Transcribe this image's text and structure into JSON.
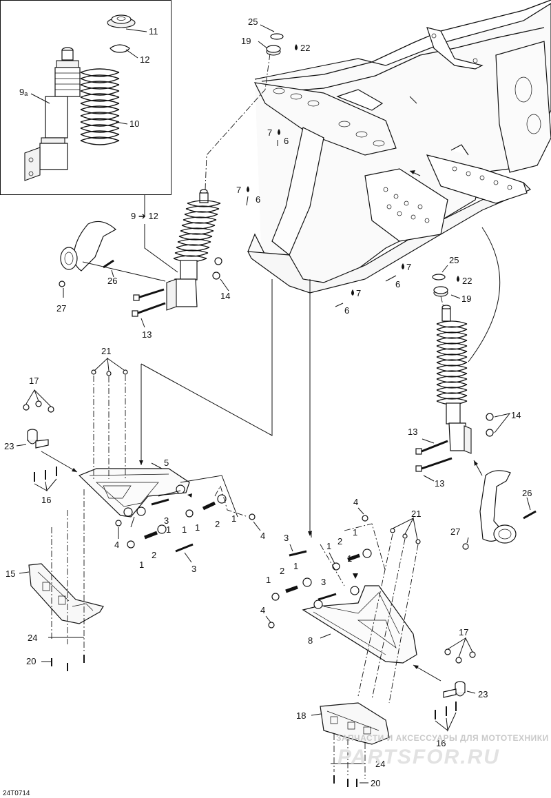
{
  "drawing_code": "24T0714",
  "watermark": {
    "line1": "ЗАПЧАСТИ И АКСЕССУАРЫ ДЛЯ МОТОТЕХНИКИ",
    "line2": "PARTSFOR.RU"
  },
  "labels": {
    "l1": "1",
    "l2": "2",
    "l3": "3",
    "l4": "4",
    "l5": "5",
    "l6": "6",
    "l7": "7",
    "l8": "8",
    "l9a": "9",
    "l9a_sub": "a",
    "l9to12": "9 ➔ 12",
    "l10": "10",
    "l11": "11",
    "l12": "12",
    "l13": "13",
    "l14": "14",
    "l15": "15",
    "l16": "16",
    "l17": "17",
    "l18": "18",
    "l19": "19",
    "l20": "20",
    "l21": "21",
    "l22": "22",
    "l23": "23",
    "l24": "24",
    "l25": "25",
    "l26": "26",
    "l27": "27"
  },
  "icons": {
    "drop": "lubricant-drop-icon",
    "arrow": "right-arrow-icon"
  }
}
